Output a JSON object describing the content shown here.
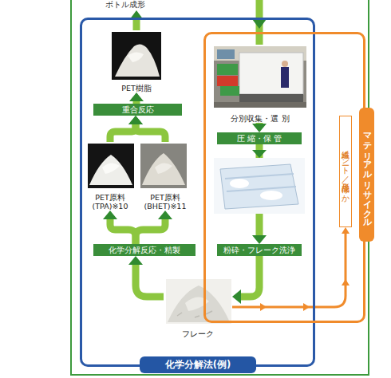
{
  "diagram": {
    "nodes": [
      {
        "text": [
          "化学分解法(例)"
        ]
      },
      {
        "text": [
          "PET樹脂"
        ],
        "in": 0
      },
      {
        "text": [
          "重合反応"
        ],
        "in": 0
      },
      {
        "text": [
          "PET原料 (TPA)※10"
        ],
        "in": 0
      },
      {
        "text": [
          "PET原料 (BHET)※11"
        ],
        "in": 0
      },
      {
        "text": [
          "化学分解反応・精製"
        ],
        "in": 0
      },
      {
        "text": [
          "フレーク"
        ],
        "in": 0
      },
      {
        "text": [
          "マテリアルリサイクル"
        ]
      },
      {
        "text": [
          "分別収集・選 別"
        ],
        "in": 7
      },
      {
        "text": [
          "圧 縮・保 管"
        ],
        "in": 7
      },
      {
        "text": [
          "粉砕・フレーク洗浄"
        ],
        "in": 7
      },
      {
        "text": [
          "繊維／シート／成形品 ほか"
        ],
        "in": 7
      }
    ],
    "edges": [
      {
        "from": 8,
        "to": 9,
        "arrow": "to"
      },
      {
        "from": 9,
        "to": 10,
        "arrow": "to"
      },
      {
        "from": 10,
        "to": 6,
        "arrow": "to"
      },
      {
        "from": 6,
        "to": 5,
        "arrow": "to"
      },
      {
        "from": 5,
        "to": 3,
        "arrow": "to"
      },
      {
        "from": 5,
        "to": 4,
        "arrow": "to"
      },
      {
        "from": 3,
        "to": 2,
        "arrow": "to"
      },
      {
        "from": 4,
        "to": 2,
        "arrow": "to"
      },
      {
        "from": 2,
        "to": 1,
        "arrow": "to"
      },
      {
        "from": 6,
        "to": 11,
        "arrow": "to"
      }
    ],
    "labels": [
      "ボトル成形"
    ]
  }
}
